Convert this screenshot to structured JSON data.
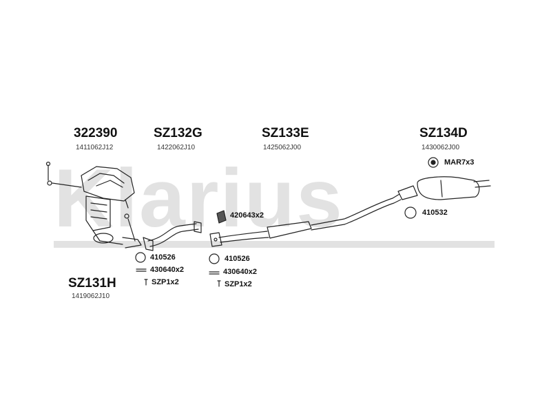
{
  "watermark": {
    "text": "Klarius"
  },
  "parts": {
    "p1": {
      "number": "322390",
      "oem": "1411062J12"
    },
    "p2": {
      "number": "SZ132G",
      "oem": "1422062J10"
    },
    "p3": {
      "number": "SZ133E",
      "oem": "1425062J00"
    },
    "p4": {
      "number": "SZ134D",
      "oem": "1430062J00"
    },
    "p5": {
      "number": "SZ131H",
      "oem": "1419062J10"
    }
  },
  "accessories": {
    "mar": "MAR7x3",
    "a420643": "420643x2",
    "a410532": "410532",
    "g1": {
      "ring": "410526",
      "spring": "430640x2",
      "bolt": "SZP1x2"
    },
    "g2": {
      "ring": "410526",
      "spring": "430640x2",
      "bolt": "SZP1x2"
    }
  }
}
